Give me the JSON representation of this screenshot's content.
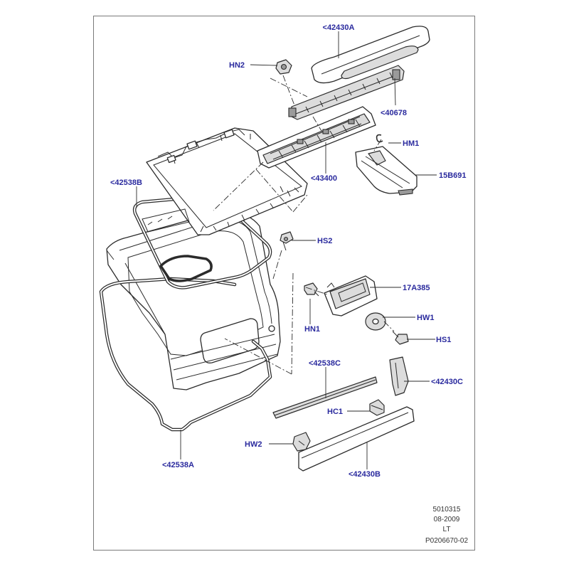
{
  "callouts": {
    "c42430A": "<42430A",
    "cHN2": "HN2",
    "c40678": "<40678",
    "cHM1": "HM1",
    "c43400": "<43400",
    "c15B691": "15B691",
    "c42538B": "<42538B",
    "cHS2": "HS2",
    "c17A385": "17A385",
    "cHW1": "HW1",
    "cHN1": "HN1",
    "cHS1": "HS1",
    "c42538C": "<42538C",
    "c42430C": "<42430C",
    "cHC1": "HC1",
    "cHW2": "HW2",
    "c42538A": "<42538A",
    "c42430B": "<42430B"
  },
  "footer": {
    "code": "5010315",
    "date": "08-2009",
    "region": "LT",
    "ref": "P0206670-02"
  },
  "colors": {
    "callout": "#2a2a9e",
    "line": "#2b2b2b",
    "frame": "#7a7a7a"
  }
}
